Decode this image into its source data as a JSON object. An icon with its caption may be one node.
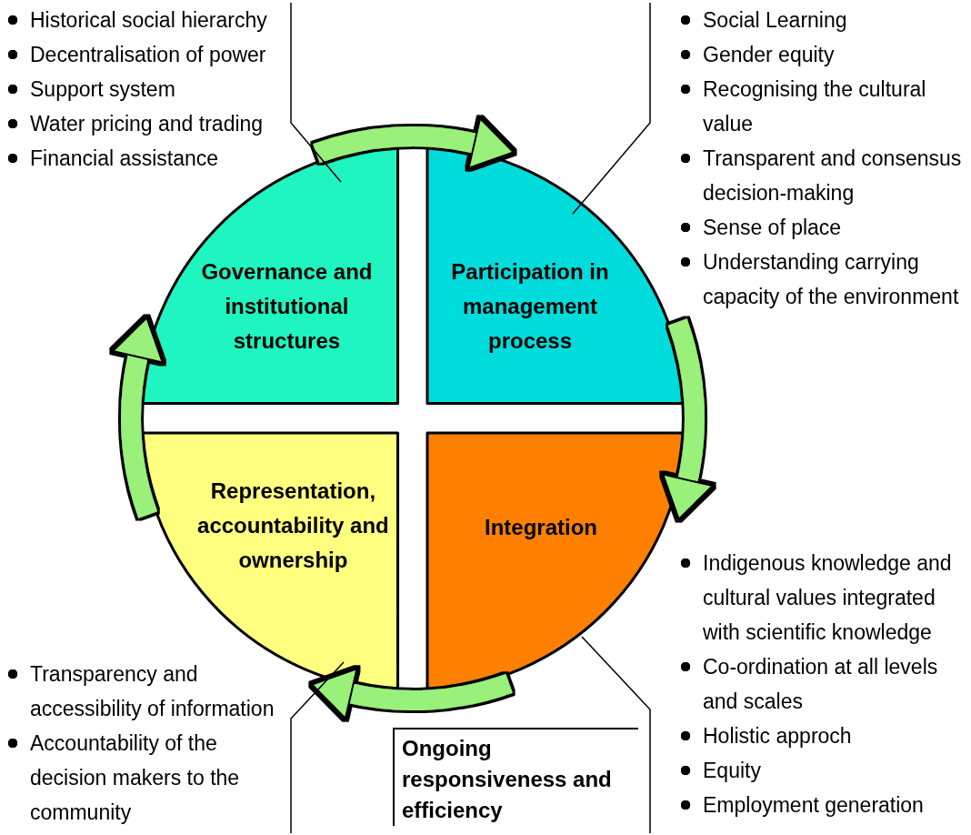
{
  "diagram": {
    "nodes": [
      {
        "text": [
          "Governance and institutional structures"
        ]
      },
      {
        "text": [
          "Participation in management process"
        ]
      },
      {
        "text": [
          "Representation, accountability and ownership"
        ]
      },
      {
        "text": [
          "Integration"
        ]
      },
      {
        "text": [
          "Historical social hierarchy",
          "Decentralisation of power",
          "Support system",
          "Water pricing and trading",
          "Financial assistance"
        ]
      },
      {
        "text": [
          "Social Learning",
          "Gender equity",
          "Recognising the cultural value",
          "Transparent and consensus decision-making",
          "Sense of place",
          "Understanding carrying capacity of the environment"
        ]
      },
      {
        "text": [
          "Transparency and accessibility of information",
          "Accountability of the decision makers to the community"
        ]
      },
      {
        "text": [
          "Indigenous knowledge and cultural values integrated with scientific knowledge",
          "Co-ordination at all levels and scales",
          "Holistic approch",
          "Equity",
          "Employment generation"
        ]
      }
    ],
    "edges": [
      {
        "from": 0,
        "to": 1,
        "arrow": "to",
        "style": "thick",
        "color": "#99f07a"
      },
      {
        "from": 1,
        "to": 3,
        "arrow": "to",
        "style": "thick",
        "color": "#99f07a"
      },
      {
        "from": 3,
        "to": 2,
        "arrow": "to",
        "style": "thick",
        "color": "#99f07a"
      },
      {
        "from": 2,
        "to": 0,
        "arrow": "to",
        "style": "thick",
        "color": "#99f07a"
      },
      {
        "from": 4,
        "to": 0,
        "arrow": "none",
        "color": "#000000"
      },
      {
        "from": 5,
        "to": 1,
        "arrow": "none",
        "color": "#000000"
      },
      {
        "from": 6,
        "to": 2,
        "arrow": "none",
        "color": "#000000"
      },
      {
        "from": 7,
        "to": 3,
        "arrow": "none",
        "color": "#000000"
      }
    ],
    "labels": [
      "Ongoing responsiveness and efficiency"
    ]
  }
}
